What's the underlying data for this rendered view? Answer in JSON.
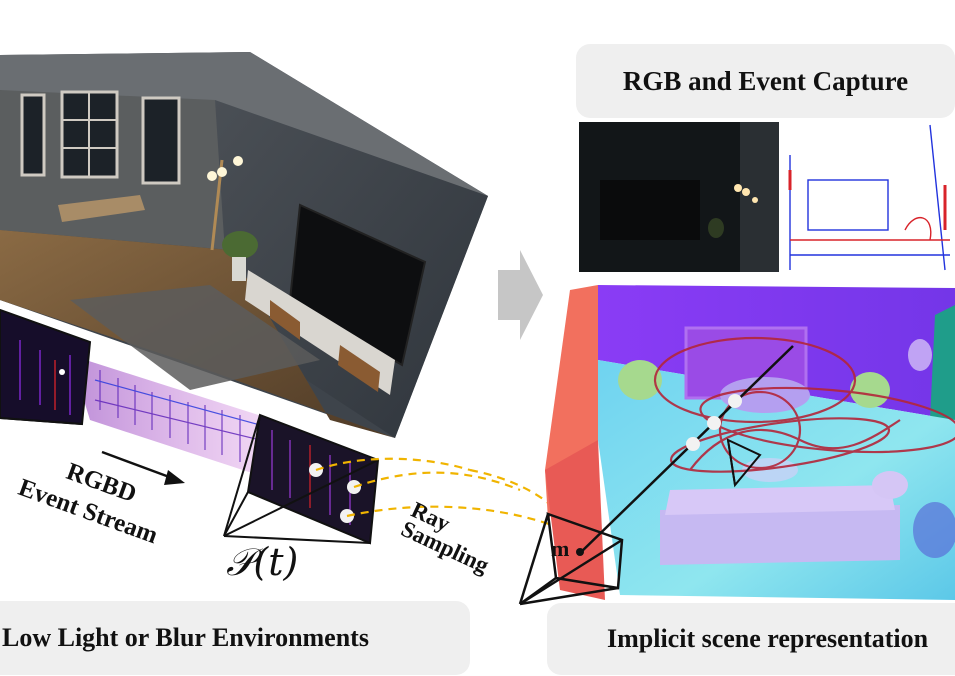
{
  "panels": {
    "capture_title": "RGB and Event Capture",
    "environment_title": "Low Light or Blur Environments",
    "representation_title": "Implicit scene representation"
  },
  "labels": {
    "stream_line1": "RGBD",
    "stream_line2": "Event Stream",
    "sampling_line1": "Ray",
    "sampling_line2": "Sampling",
    "pose": "𝒫(t)",
    "point": "m"
  },
  "colors": {
    "panel_bg": "#efefef",
    "ray_dash": "#f0b400",
    "trajectory": "#b3263a",
    "arrow_gray": "#c6c6c6",
    "event_blue": "#1a2bd8",
    "event_red": "#d8232a"
  },
  "icons": [
    "big-right-arrow-icon",
    "camera-frustum-icon",
    "event-stream-arrow-icon"
  ]
}
